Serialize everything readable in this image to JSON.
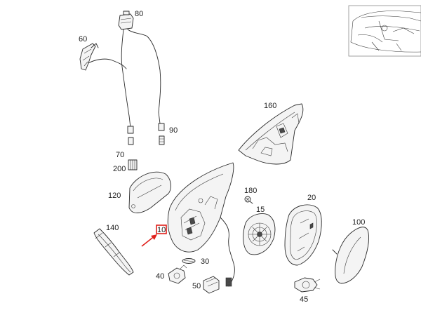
{
  "diagram": {
    "parts": [
      {
        "id": "p80",
        "label": "80"
      },
      {
        "id": "p60",
        "label": "60"
      },
      {
        "id": "p90",
        "label": "90"
      },
      {
        "id": "p70",
        "label": "70"
      },
      {
        "id": "p200",
        "label": "200"
      },
      {
        "id": "p160",
        "label": "160"
      },
      {
        "id": "p120",
        "label": "120"
      },
      {
        "id": "p180",
        "label": "180"
      },
      {
        "id": "p15",
        "label": "15"
      },
      {
        "id": "p20",
        "label": "20"
      },
      {
        "id": "p140",
        "label": "140"
      },
      {
        "id": "p10",
        "label": "10"
      },
      {
        "id": "p100",
        "label": "100"
      },
      {
        "id": "p30",
        "label": "30"
      },
      {
        "id": "p40",
        "label": "40"
      },
      {
        "id": "p50",
        "label": "50"
      },
      {
        "id": "p45",
        "label": "45"
      }
    ],
    "highlight": {
      "label": "10",
      "color": "#e0201b"
    }
  }
}
